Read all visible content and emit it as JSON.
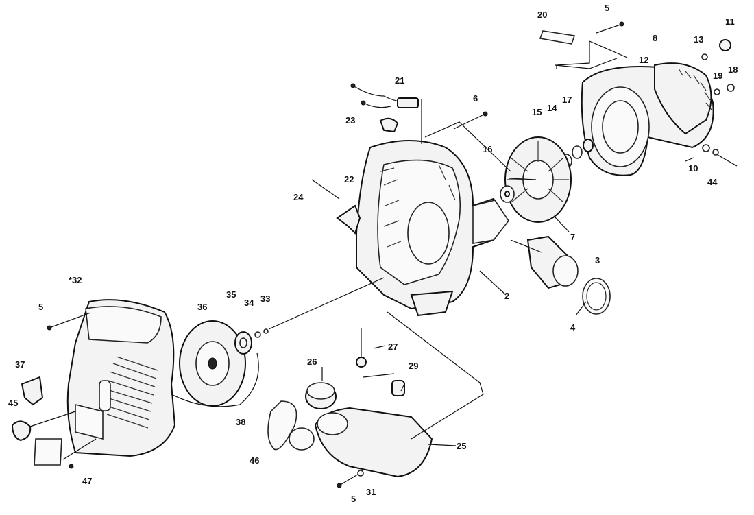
{
  "callouts": [
    {
      "id": "c20",
      "text": "20"
    },
    {
      "id": "c5a",
      "text": "5"
    },
    {
      "id": "c11",
      "text": "11"
    },
    {
      "id": "c13",
      "text": "13"
    },
    {
      "id": "c8",
      "text": "8"
    },
    {
      "id": "c12",
      "text": "12"
    },
    {
      "id": "c19",
      "text": "19"
    },
    {
      "id": "c18",
      "text": "18"
    },
    {
      "id": "c21",
      "text": "21"
    },
    {
      "id": "c6",
      "text": "6"
    },
    {
      "id": "c15",
      "text": "15"
    },
    {
      "id": "c14",
      "text": "14"
    },
    {
      "id": "c17",
      "text": "17"
    },
    {
      "id": "c23",
      "text": "23"
    },
    {
      "id": "c16",
      "text": "16"
    },
    {
      "id": "c10",
      "text": "10"
    },
    {
      "id": "c44",
      "text": "44"
    },
    {
      "id": "c24",
      "text": "24"
    },
    {
      "id": "c22",
      "text": "22"
    },
    {
      "id": "c7",
      "text": "7"
    },
    {
      "id": "c3",
      "text": "3"
    },
    {
      "id": "c2",
      "text": "2"
    },
    {
      "id": "c32",
      "text": "*32"
    },
    {
      "id": "c5b",
      "text": "5"
    },
    {
      "id": "c36",
      "text": "36"
    },
    {
      "id": "c35",
      "text": "35"
    },
    {
      "id": "c34",
      "text": "34"
    },
    {
      "id": "c33",
      "text": "33"
    },
    {
      "id": "c4",
      "text": "4"
    },
    {
      "id": "c27",
      "text": "27"
    },
    {
      "id": "c26",
      "text": "26"
    },
    {
      "id": "c29",
      "text": "29"
    },
    {
      "id": "c37",
      "text": "37"
    },
    {
      "id": "c45",
      "text": "45"
    },
    {
      "id": "c38",
      "text": "38"
    },
    {
      "id": "c46",
      "text": "46"
    },
    {
      "id": "c25",
      "text": "25"
    },
    {
      "id": "c47",
      "text": "47"
    },
    {
      "id": "c5c",
      "text": "5"
    },
    {
      "id": "c31",
      "text": "31"
    }
  ]
}
